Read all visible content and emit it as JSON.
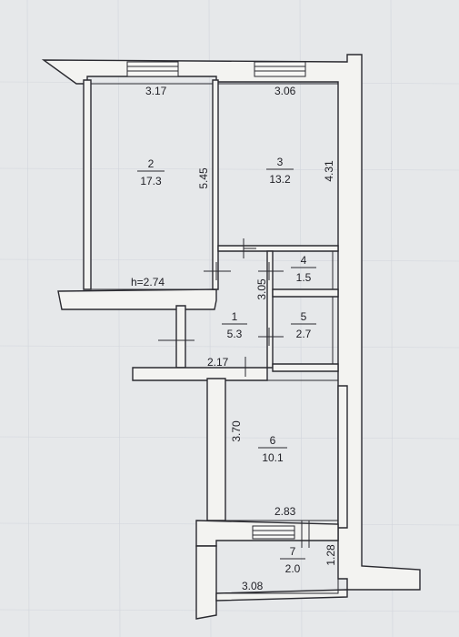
{
  "rooms": [
    {
      "number": "2",
      "area": "17.3"
    },
    {
      "number": "3",
      "area": "13.2"
    },
    {
      "number": "4",
      "area": "1.5"
    },
    {
      "number": "5",
      "area": "2.7"
    },
    {
      "number": "1",
      "area": "5.3"
    },
    {
      "number": "6",
      "area": "10.1"
    },
    {
      "number": "7",
      "area": "2.0"
    }
  ],
  "dimensions": {
    "room2_width": "3.17",
    "room3_width": "3.06",
    "room2_depth": "5.45",
    "room3_depth": "4.31",
    "ceiling_height": "h=2.74",
    "hall_depth": "3.05",
    "hall_width": "2.17",
    "room6_depth": "3.70",
    "room6_width": "2.83",
    "room7_depth": "1.28",
    "room7_width": "3.08"
  },
  "colors": {
    "paper": "#e6e8ea",
    "wall_fill": "#f3f3f1",
    "line": "#2a2a30",
    "grid": "#c9cdd6"
  }
}
